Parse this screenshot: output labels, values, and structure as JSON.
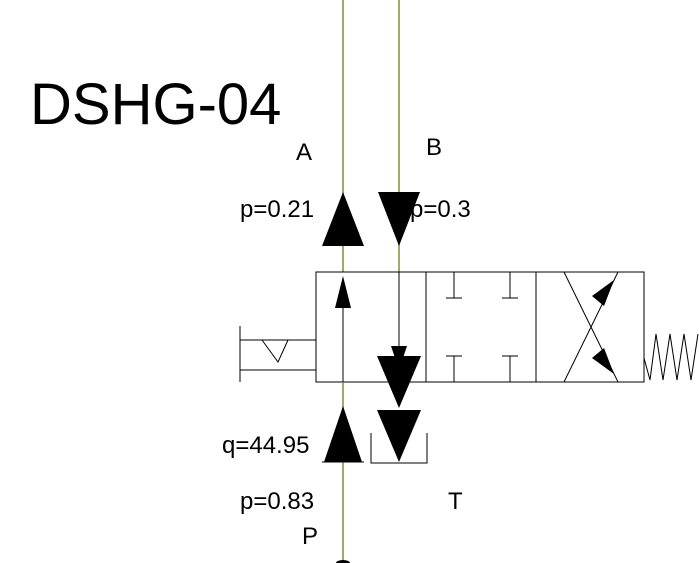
{
  "diagram": {
    "title": "DSHG-04",
    "ports": {
      "a": "A",
      "b": "B",
      "p": "P",
      "t": "T"
    },
    "readouts": {
      "pressure_a": "p=0.21",
      "pressure_b": "p=0.3",
      "flow_p": "q=44.95",
      "pressure_p": "p=0.83"
    },
    "colors": {
      "line": "#000000",
      "pipe": "#8a8a3c",
      "background": "#ffffff"
    }
  }
}
